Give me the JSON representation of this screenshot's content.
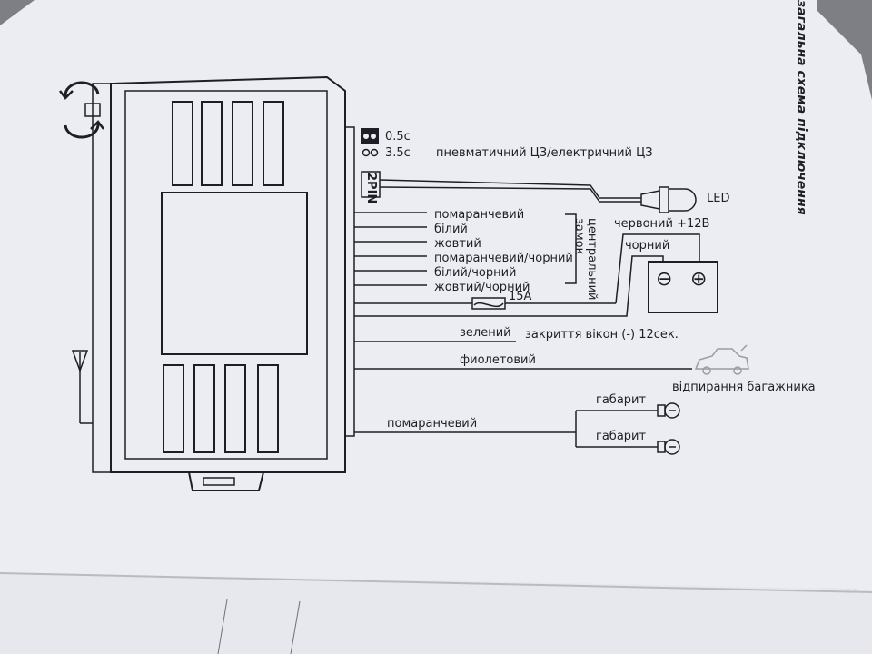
{
  "title": "загальна схема підключення",
  "timer_options": [
    {
      "label": "0.5с",
      "state": "closed"
    },
    {
      "label": "3.5с",
      "state": "open"
    }
  ],
  "lock_type": "пневматичний ЦЗ/електричний ЦЗ",
  "connector_label": "2PIN",
  "led_label": "LED",
  "central_lock": {
    "label": "центральний замок",
    "wires": [
      "помаранчевий",
      "білий",
      "жовтий",
      "помаранчевий/чорний",
      "білий/чорний",
      "жовтий/чорний"
    ]
  },
  "battery": {
    "positive_wire": "червоний +12В",
    "negative_wire": "чорний",
    "minus_symbol": "⊖",
    "plus_symbol": "⊕"
  },
  "fuse_label": "15А",
  "windows": {
    "wire": "зелений",
    "label": "закриття вікон  (-) 12сек."
  },
  "trunk": {
    "wire": "фиолетовий",
    "label": "відпирання багажника"
  },
  "parking_lights": {
    "wire": "помаранчевий",
    "lamps": [
      "габарит",
      "габарит"
    ]
  },
  "colors": {
    "paper": "#ecedf3",
    "ink": "#1e1f26",
    "background": "#7d7f85"
  }
}
